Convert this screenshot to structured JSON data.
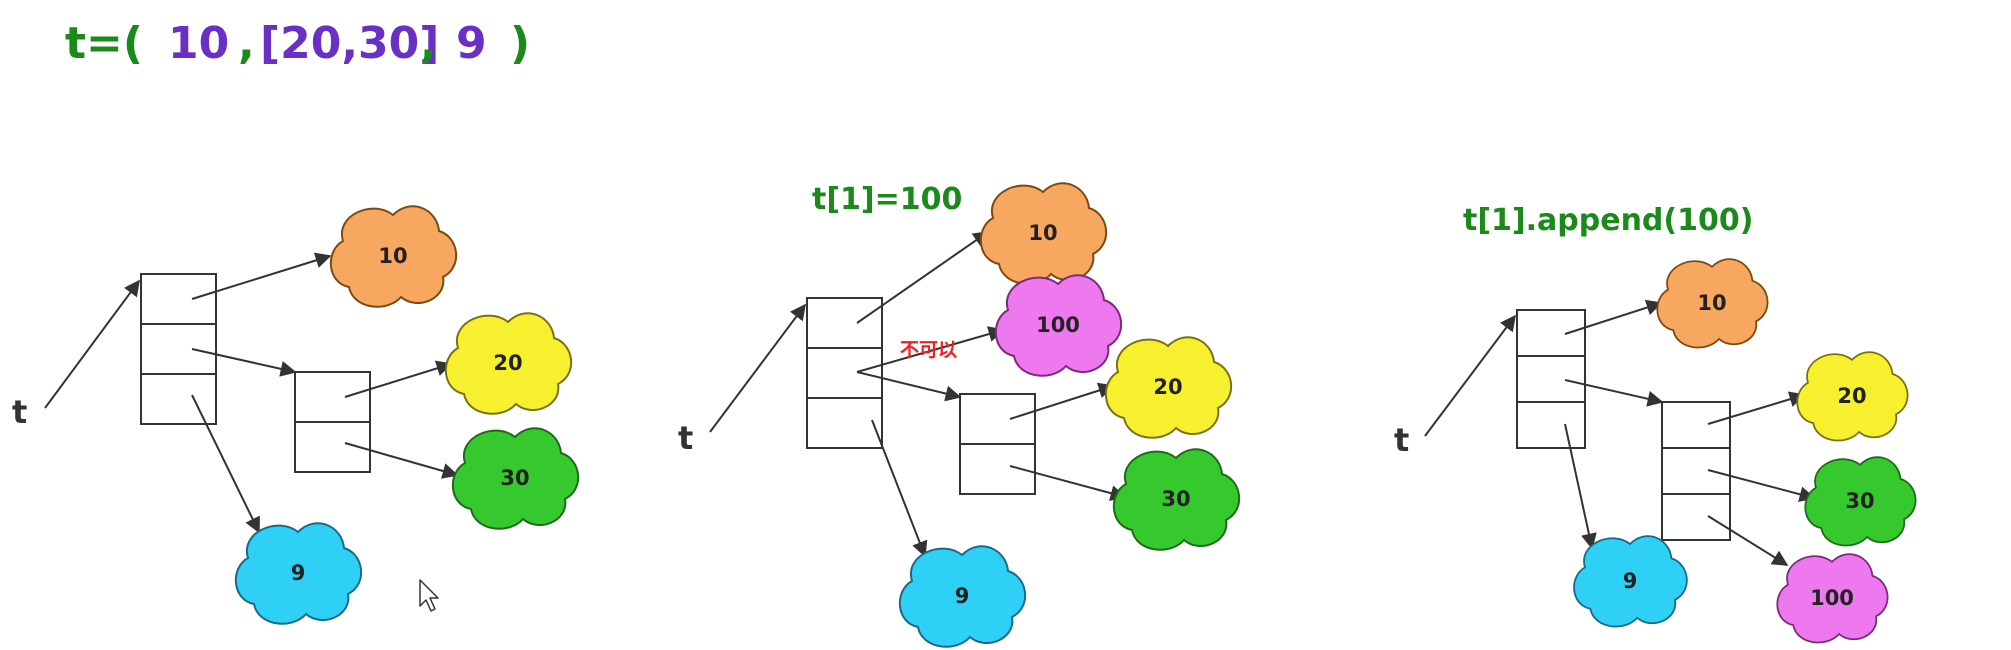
{
  "code": {
    "prefix": "t=(",
    "item1": "10",
    "comma1": ",",
    "item2": "[20,30]",
    "comma2": ",",
    "item3": "9",
    "suffix": ")"
  },
  "colors": {
    "green": "#1a8a1a",
    "purple": "#6a2fc4",
    "orange": "#f7a760",
    "yellow": "#f7f02f",
    "green_cloud": "#35c92e",
    "cyan": "#2fd0f5",
    "pink": "#ee78ee",
    "red": "#ee2020",
    "line": "#333333"
  },
  "panels": [
    {
      "caption": "",
      "var": "t",
      "clouds": [
        "10",
        "20",
        "30",
        "9"
      ]
    },
    {
      "caption": "t[1]=100",
      "var": "t",
      "warning": "不可以",
      "clouds": [
        "10",
        "100",
        "20",
        "30",
        "9"
      ]
    },
    {
      "caption": "t[1].append(100)",
      "var": "t",
      "clouds": [
        "10",
        "20",
        "30",
        "100",
        "9"
      ]
    }
  ],
  "icons": {
    "cursor": "mouse-pointer-icon"
  }
}
